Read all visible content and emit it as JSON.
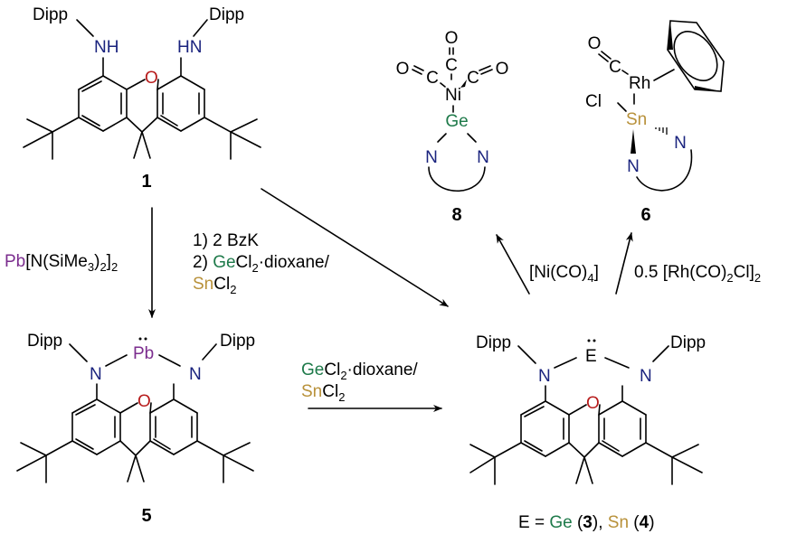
{
  "colors": {
    "nitrogen": "#1a237e",
    "oxygen": "#b71c1c",
    "lead": "#7b2d8e",
    "germanium": "#1e7a4a",
    "tin": "#b8913a",
    "bond": "#000000"
  },
  "compounds": {
    "c1": {
      "number": "1",
      "substituent_left": "Dipp",
      "substituent_right": "Dipp",
      "nh_left": "NH",
      "nh_right": "HN",
      "oxygen": "O"
    },
    "c5": {
      "number": "5",
      "substituent_left": "Dipp",
      "substituent_right": "Dipp",
      "n": "N",
      "metal": "Pb",
      "oxygen": "O"
    },
    "c34": {
      "substituent_left": "Dipp",
      "substituent_right": "Dipp",
      "n": "N",
      "element": "E",
      "oxygen": "O",
      "caption_prefix": "E = ",
      "ge": "Ge",
      "ge_num": "3",
      "sn": "Sn",
      "sn_num": "4",
      "sep": ", ",
      "open": " (",
      "close": ")"
    },
    "c8": {
      "number": "8",
      "metal": "Ni",
      "ge": "Ge",
      "n": "N",
      "co_o": "O",
      "co_c": "C"
    },
    "c6": {
      "number": "6",
      "metal": "Rh",
      "sn": "Sn",
      "cl": "Cl",
      "n": "N",
      "co_o": "O",
      "co_c": "C"
    }
  },
  "reagents": {
    "pb": {
      "el": "Pb",
      "rest": "[N(SiMe",
      "sub3": "3",
      "mid": ")",
      "sub2a": "2",
      "end": "]",
      "sub2b": "2"
    },
    "two_step": {
      "line1": "1) 2 BzK",
      "line2_pre": "2) ",
      "ge": "Ge",
      "cl": "Cl",
      "sub2": "2",
      "dioxane": "·dioxane/",
      "sn": "Sn"
    },
    "ge_sn": {
      "ge": "Ge",
      "cl": "Cl",
      "sub2": "2",
      "dioxane": "·dioxane/",
      "sn": "Sn"
    },
    "ni": {
      "text": "[Ni(CO)",
      "sub": "4",
      "end": "]"
    },
    "rh": {
      "text": "0.5 [Rh(CO)",
      "sub": "2",
      "mid": "Cl]",
      "sub2": "2"
    }
  }
}
